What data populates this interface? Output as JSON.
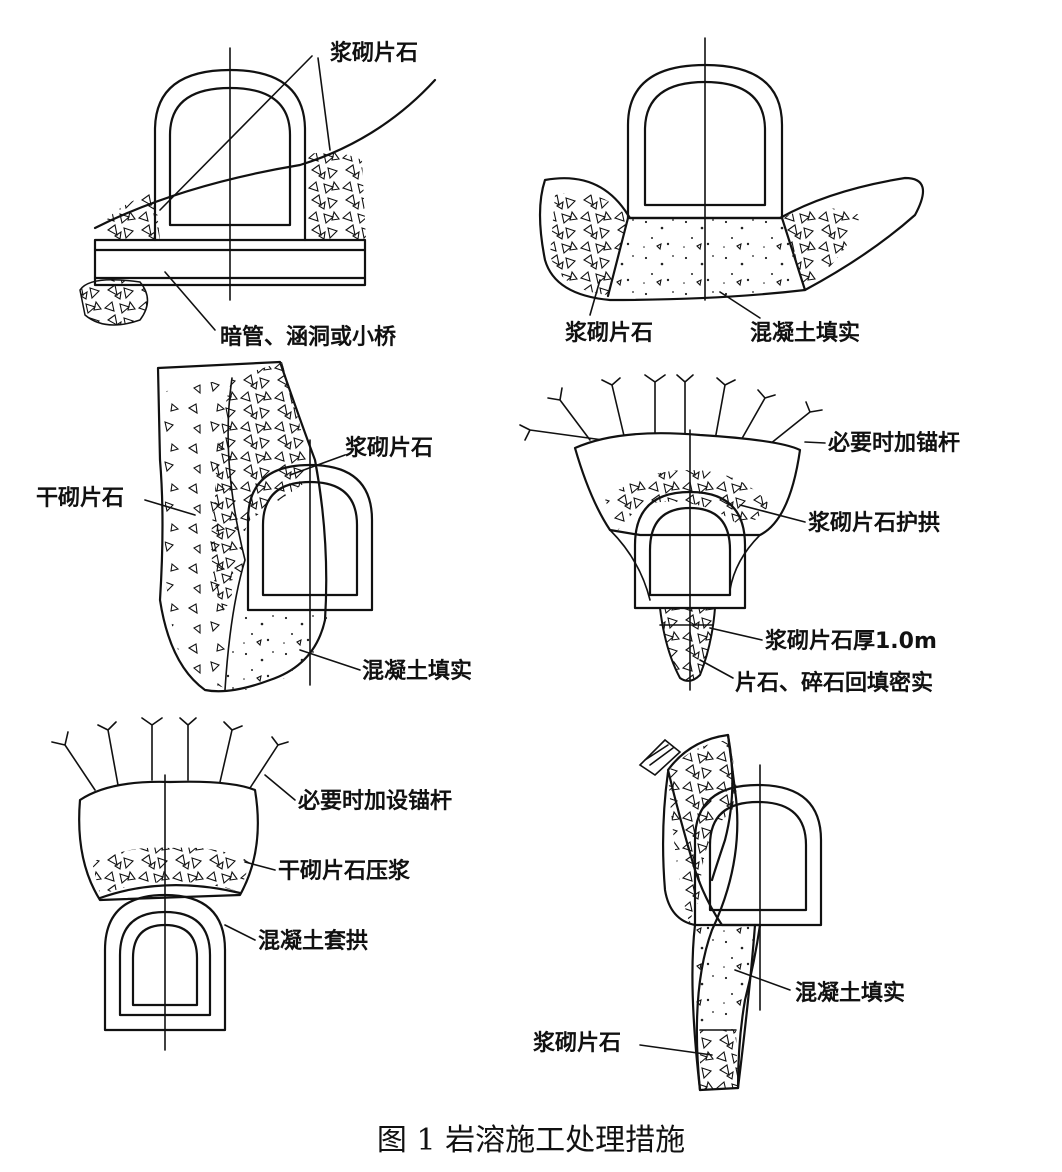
{
  "caption": "图 1 岩溶施工处理措施",
  "panels": {
    "p1": {
      "mortar_rubble": "浆砌片石",
      "culvert": "暗管、涵洞或小桥"
    },
    "p2": {
      "mortar_rubble": "浆砌片石",
      "concrete_fill": "混凝土填实"
    },
    "p3": {
      "mortar_rubble": "浆砌片石",
      "dry_rubble": "干砌片石",
      "concrete_fill": "混凝土填实"
    },
    "p4": {
      "anchor": "必要时加锚杆",
      "arch_guard": "浆砌片石护拱",
      "thickness": "浆砌片石厚1.0m",
      "backfill": "片石、碎石回填密实"
    },
    "p5": {
      "anchor": "必要时加设锚杆",
      "dry_grout": "干砌片石压浆",
      "sleeve_arch": "混凝土套拱"
    },
    "p6": {
      "concrete_fill": "混凝土填实",
      "mortar_rubble": "浆砌片石"
    }
  }
}
